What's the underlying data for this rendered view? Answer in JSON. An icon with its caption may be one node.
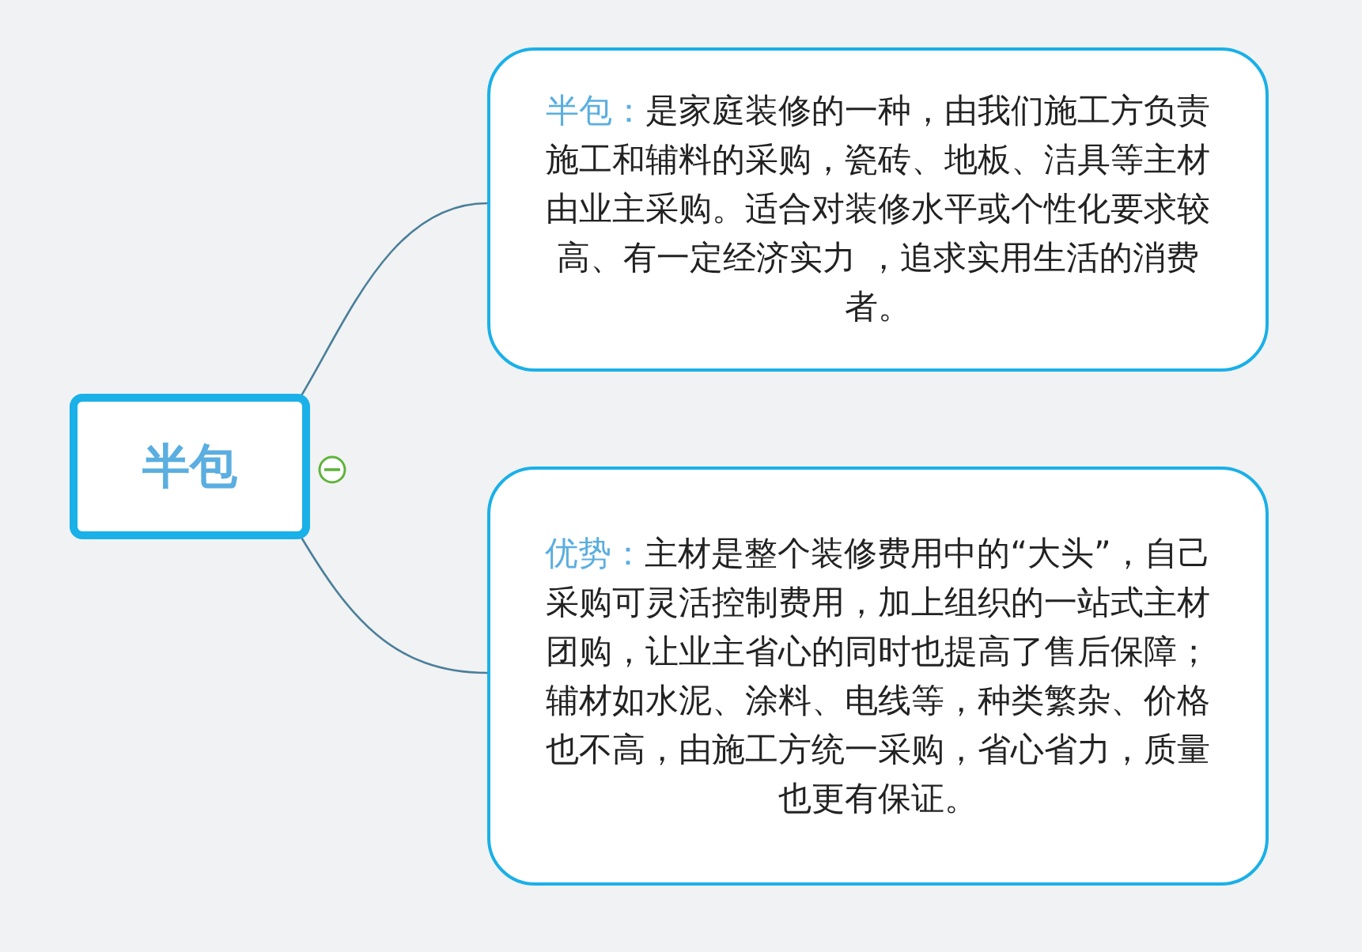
{
  "diagram": {
    "nodes": [
      {
        "text": [
          "半包"
        ]
      },
      {
        "text": [
          "半包：",
          "是家庭装修的一种，由我们施工方负责施工和辅料的采购，瓷砖、地板、洁具等主材由业主采购。适合对装修水平或个性化要求较高、有一定经济实力 ，追求实用生活的消费者。"
        ]
      },
      {
        "text": [
          "优势：",
          "主材是整个装修费用中的“大头”，自己采购可灵活控制费用，加上组织的一站式主材团购，让业主省心的同时也提高了售后保障；辅材如水泥、涂料、电线等，种类繁杂、价格也不高，由施工方统一采购，省心省力，质量也更有保证。"
        ]
      }
    ],
    "edges": [
      {
        "from": 0,
        "to": 1,
        "arrow": "none"
      },
      {
        "from": 0,
        "to": 2,
        "arrow": "none"
      }
    ]
  }
}
